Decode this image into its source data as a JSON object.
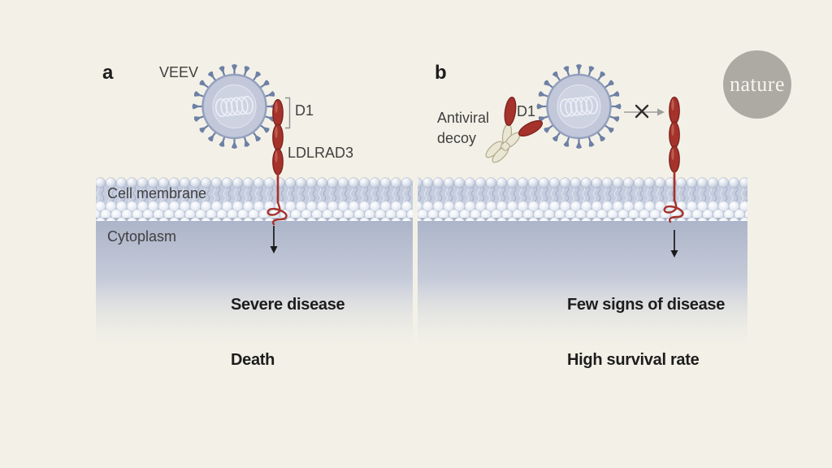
{
  "colors": {
    "background": "#f3f1e7",
    "membrane_base": "#c5cdde",
    "cytoplasm_top": "#a9b2c7",
    "receptor_red": "#a5322b",
    "receptor_red_dark": "#7c211d",
    "decoy_cream": "#eae6d4",
    "decoy_cream_dark": "#b0aa8d",
    "virus_blue": "#c2c8d9",
    "virus_stroke": "#93a0be",
    "virus_core": "#ced3e2",
    "spike_blue": "#6e80a5",
    "logo_gray": "#adaaa4",
    "text": "#3f3f3f",
    "heading": "#1d1d1d"
  },
  "logo": {
    "text": "nature"
  },
  "panel_a": {
    "label": "a",
    "virus_label": "VEEV",
    "domain_label": "D1",
    "receptor_label": "LDLRAD3",
    "membrane_label": "Cell membrane",
    "cytoplasm_label": "Cytoplasm",
    "outcome_line1": "Severe disease",
    "outcome_line2": "Death"
  },
  "panel_b": {
    "label": "b",
    "decoy_label": "Antiviral decoy",
    "domain_label": "D1",
    "outcome_line1": "Few signs of disease",
    "outcome_line2": "High survival rate"
  }
}
